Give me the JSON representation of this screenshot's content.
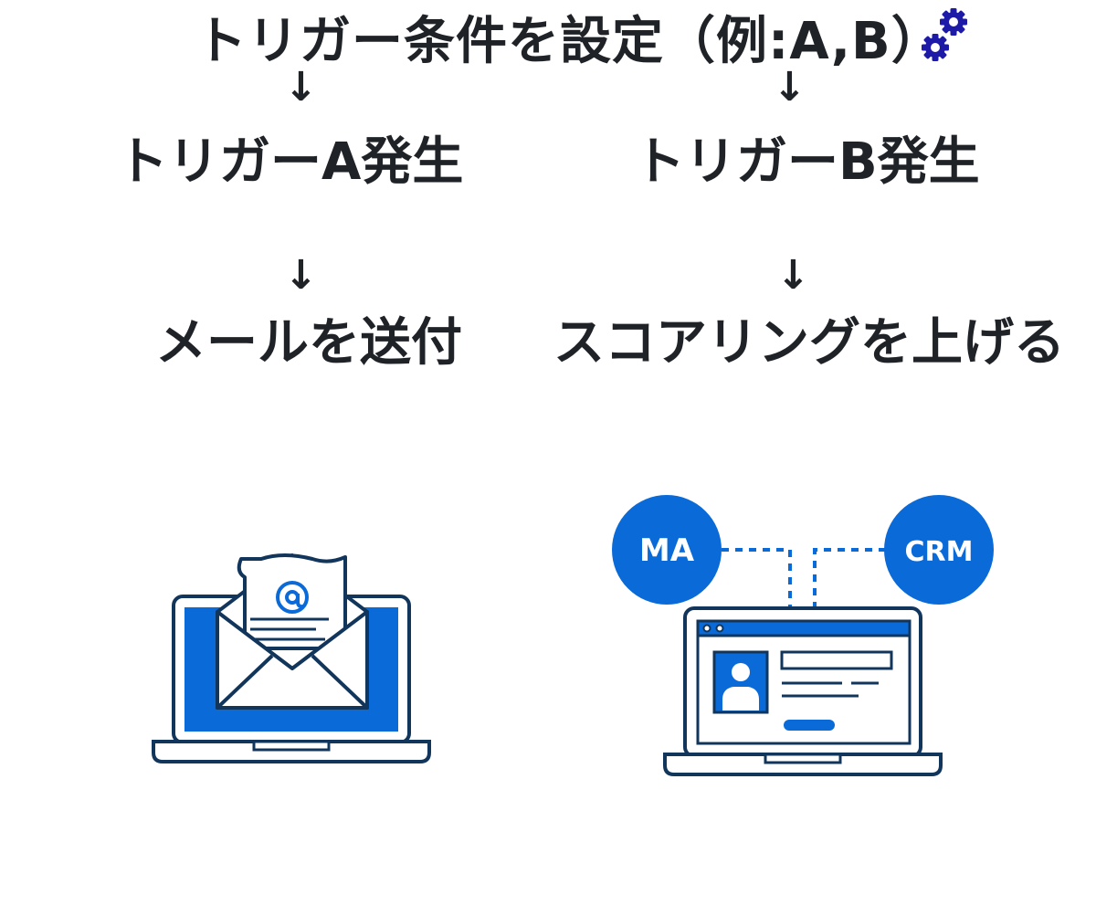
{
  "diagram": {
    "title": "トリガー条件を設定（例:A,B）",
    "arrow_glyph": "↓",
    "branch_a": {
      "trigger": "トリガーA発生",
      "action": "メールを送付"
    },
    "branch_b": {
      "trigger": "トリガーB発生",
      "action": "スコアリングを上げる"
    },
    "illustration_b": {
      "left_badge": "MA",
      "right_badge": "CRM"
    }
  },
  "colors": {
    "text": "#1f2227",
    "blue": "#0a6ad8",
    "navy": "#12355b",
    "gear": "#1e1aa8",
    "white": "#ffffff"
  },
  "icons": [
    "gears-icon",
    "laptop-email-icon",
    "envelope-icon",
    "at-sign-icon",
    "laptop-profile-icon",
    "person-icon"
  ]
}
